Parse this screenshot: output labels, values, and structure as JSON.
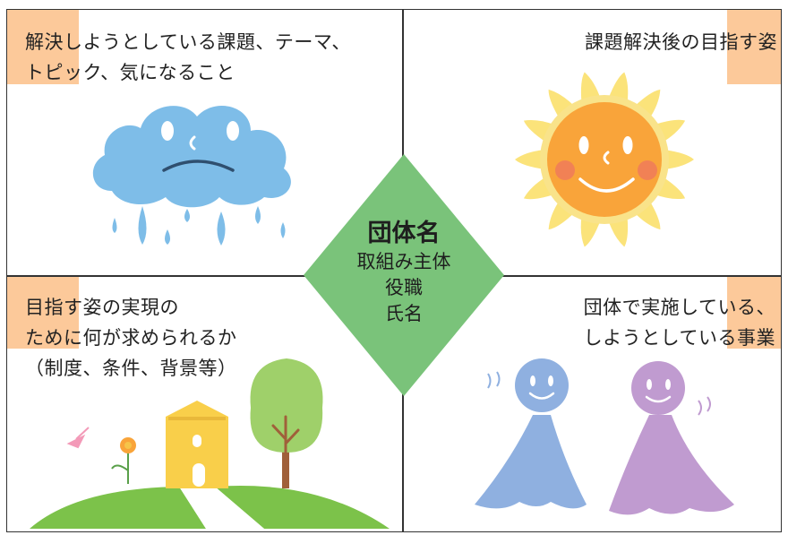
{
  "quadrants": {
    "top_left": {
      "lines": [
        "解決しようとしている課題、テーマ、",
        "トピック、気になること"
      ],
      "illustration": "rain-cloud-icon"
    },
    "top_right": {
      "lines": [
        "課題解決後の目指す姿"
      ],
      "illustration": "sun-icon"
    },
    "bottom_left": {
      "lines": [
        "目指す姿の実現の",
        "ために何が求められるか",
        "（制度、条件、背景等）"
      ],
      "illustration": "town-landscape-icon"
    },
    "bottom_right": {
      "lines": [
        "団体で実施している、",
        "しようとしている事業"
      ],
      "illustration": "teru-teru-bozu-icon"
    }
  },
  "center": {
    "title": "団体名",
    "lines": [
      "取組み主体",
      "役職",
      "氏名"
    ]
  },
  "colors": {
    "diamond": "#7ac37a",
    "tab": "#fcc99a",
    "cloud": "#7ebde8",
    "sun_face": "#f9a43a",
    "sun_rays": "#fbe37a",
    "hill": "#7cc24a",
    "house": "#f9cf4a",
    "doll_blue": "#8fb0e0",
    "doll_purple": "#c09bd0"
  }
}
